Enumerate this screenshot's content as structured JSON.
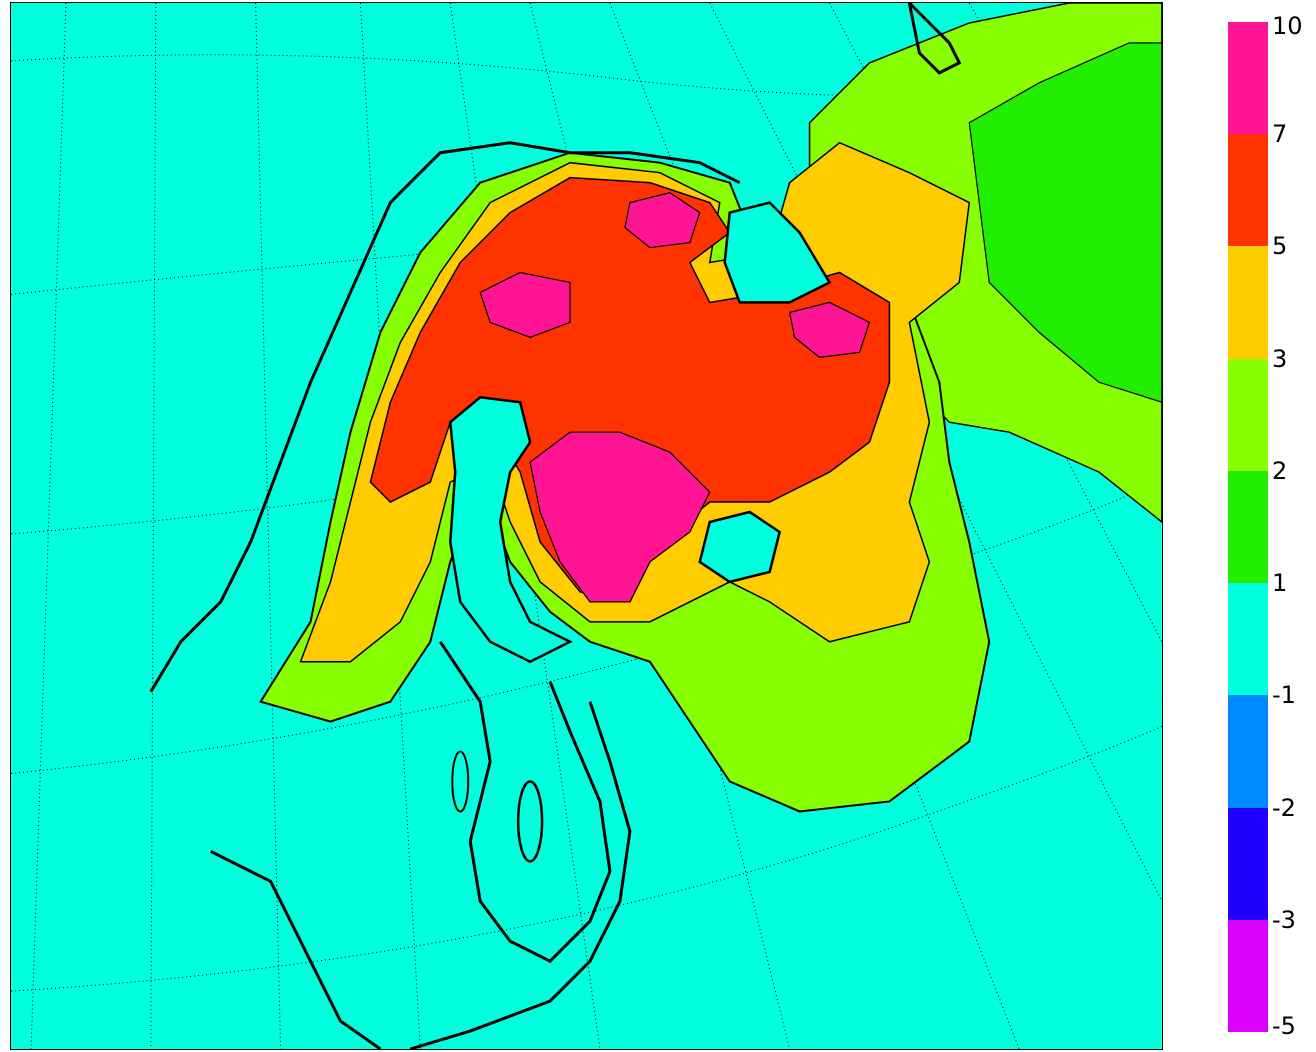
{
  "map": {
    "background_color": "#00FFDD",
    "coastline_color": "#000000",
    "graticule": "dotted"
  },
  "legend": {
    "bins": [
      {
        "label": "10",
        "color": "#FF1493"
      },
      {
        "label": "7",
        "color": "#FF3300"
      },
      {
        "label": "5",
        "color": "#FFCC00"
      },
      {
        "label": "3",
        "color": "#88FF00"
      },
      {
        "label": "2",
        "color": "#22EE00"
      },
      {
        "label": "1",
        "color": "#00FFDD"
      },
      {
        "label": "-1",
        "color": "#0088FF"
      },
      {
        "label": "-2",
        "color": "#2200FF"
      },
      {
        "label": "-3",
        "color": "#DD00FF"
      },
      {
        "label": "-5",
        "color": null
      }
    ]
  }
}
